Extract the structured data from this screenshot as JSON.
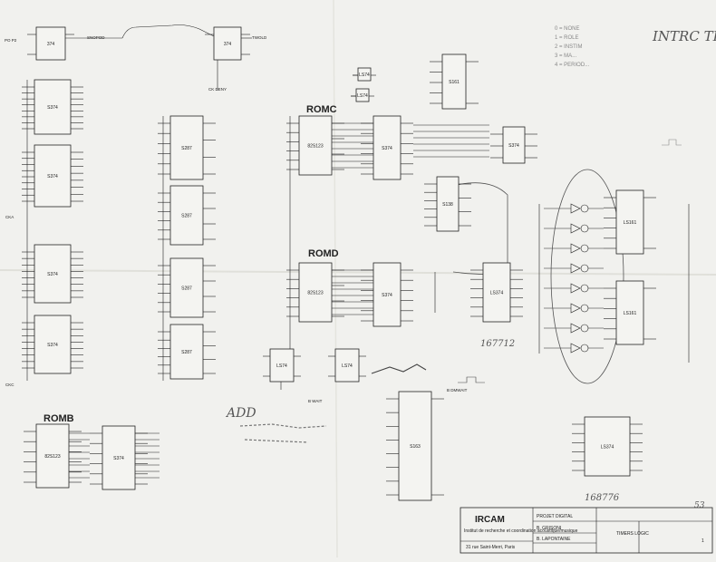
{
  "title_note": "INTRC TIMER",
  "mode_notes": [
    "0 = NONE",
    "1 = ROLE",
    "2 = INSTIM",
    "3 = MA...",
    "4 = PERIOD..."
  ],
  "rom_labels": {
    "romc": "ROMC",
    "romd": "ROMD",
    "romb": "ROMB"
  },
  "handwritten": {
    "add": "ADD",
    "pn1": "167712",
    "pn2": "168776",
    "sheet": "53"
  },
  "signals": {
    "top_left_in": "PO P2",
    "top_left_out": "SNOPOD",
    "top_mid_out": "TWOLD",
    "ck_a": "CKA",
    "ck_c": "CKC",
    "b_dmwait": "B DMWAIT",
    "ck_deny": "CK DENY",
    "b_wait": "B WAIT"
  },
  "chips": {
    "u_top1": "374",
    "u_top2": "374",
    "u_buf1": "S374",
    "u_buf2": "S374",
    "u_buf3": "S374",
    "u_buf4": "S374",
    "u_mux1": "S287",
    "u_mux2": "S287",
    "u_mux3": "S287",
    "u_mux4": "S287",
    "u_romc": "82S123",
    "u_romc2": "S374",
    "u_romd": "82S123",
    "u_romd2": "S374",
    "u_romb": "82S123",
    "u_romb2": "S374",
    "u_ctl": "S161",
    "u_dec": "S138",
    "u_timer1": "LS161",
    "u_timer2": "LS161",
    "u_timer3": "S374",
    "u_right1": "LS374",
    "u_ff1": "LS74",
    "u_ff2": "LS74",
    "u_big": "S163"
  },
  "title_block": {
    "company": "IRCAM",
    "company_sub": "Institut de recherche et coordination acoustique/musique",
    "addr": "31 rue Saint-Merri, Paris",
    "field1": "PROJET DIGITAL",
    "field2": "B. GRISONI",
    "field3": "B. LAPONTAINE",
    "dwg_title": "TIMERS LOGIC",
    "dwg_no": "1"
  }
}
